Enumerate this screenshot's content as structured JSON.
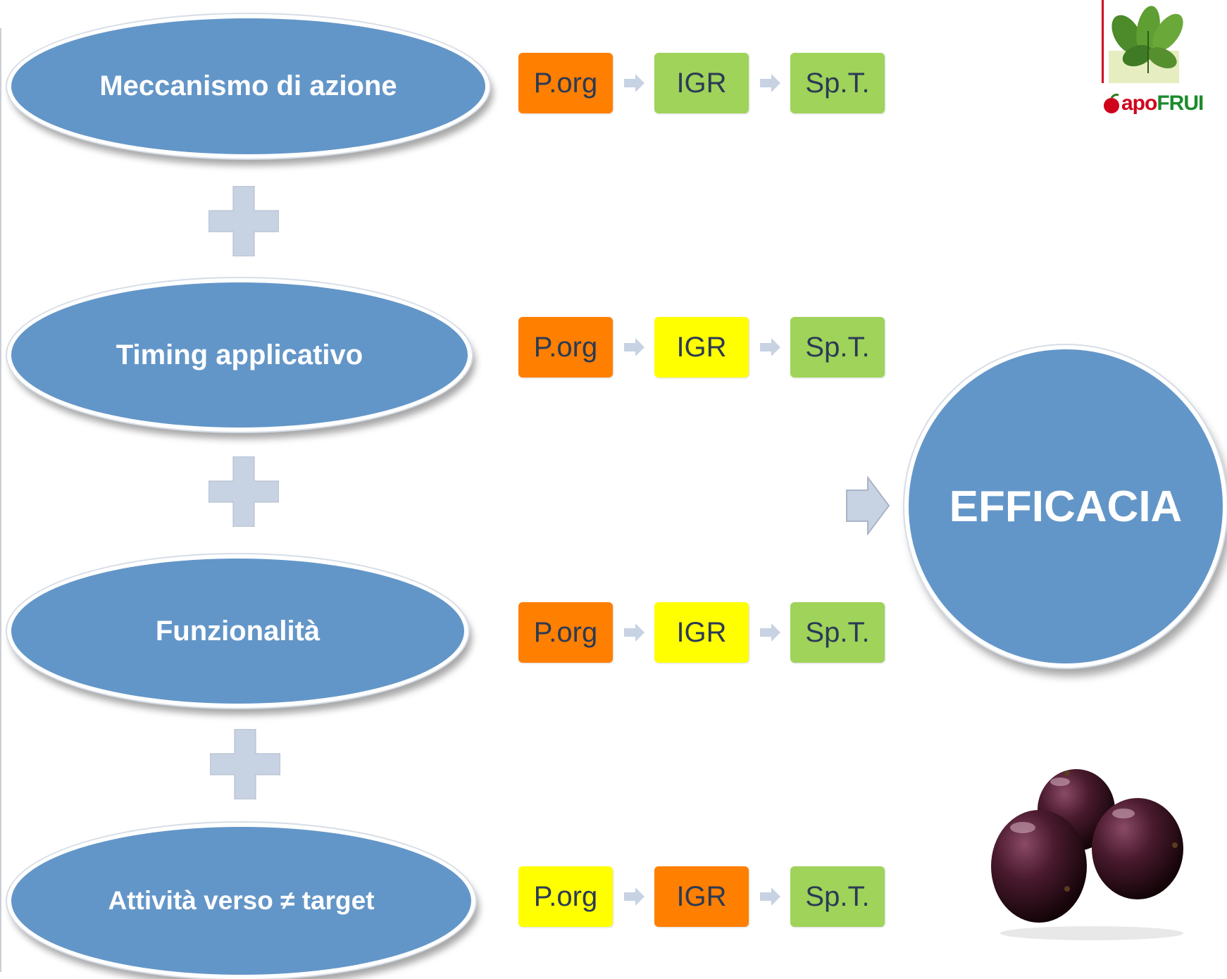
{
  "factors": [
    {
      "label": "Meccanismo di azione",
      "boxes": [
        {
          "label": "P.org",
          "color": "#ff7f00"
        },
        {
          "label": "IGR",
          "color": "#9fd35a"
        },
        {
          "label": "Sp.T.",
          "color": "#9fd35a"
        }
      ]
    },
    {
      "label": "Timing applicativo",
      "boxes": [
        {
          "label": "P.org",
          "color": "#ff7f00"
        },
        {
          "label": "IGR",
          "color": "#ffff00"
        },
        {
          "label": "Sp.T.",
          "color": "#9fd35a"
        }
      ]
    },
    {
      "label": "Funzionalità",
      "boxes": [
        {
          "label": "P.org",
          "color": "#ff7f00"
        },
        {
          "label": "IGR",
          "color": "#ffff00"
        },
        {
          "label": "Sp.T.",
          "color": "#9fd35a"
        }
      ]
    },
    {
      "label": "Attività verso ≠ target",
      "boxes": [
        {
          "label": "P.org",
          "color": "#ffff00"
        },
        {
          "label": "IGR",
          "color": "#ff7f00"
        },
        {
          "label": "Sp.T.",
          "color": "#9fd35a"
        }
      ]
    }
  ],
  "result": {
    "label": "EFFICACIA"
  },
  "logo": {
    "text_red": "apo",
    "text_green": "FRUI"
  },
  "icons": {
    "plus": "plus-icon",
    "arrow": "arrow-right-icon",
    "fruit": "plums-image",
    "leaves": "leaves-image"
  },
  "colors": {
    "ellipse": "#6396c8",
    "connector": "#c7d2e3",
    "orange": "#ff7f00",
    "green": "#9fd35a",
    "yellow": "#ffff00"
  }
}
